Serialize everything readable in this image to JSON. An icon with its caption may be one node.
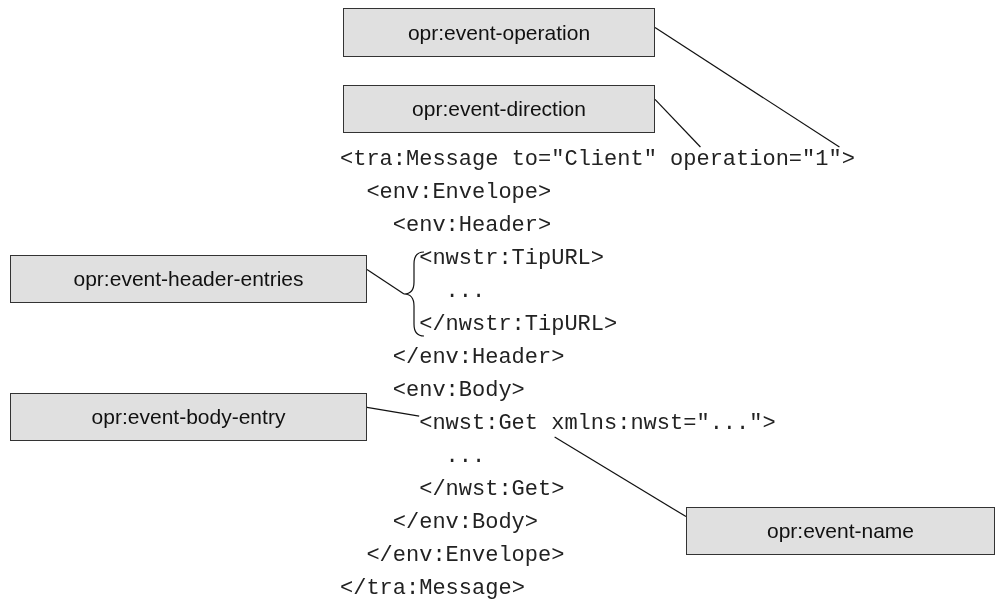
{
  "diagram": {
    "nodes": [
      {
        "text": [
          "opr:event-operation"
        ]
      },
      {
        "text": [
          "opr:event-direction"
        ]
      },
      {
        "text": [
          "<tra:Message to=\"Client\" operation=\"1\">"
        ]
      },
      {
        "text": [
          "opr:event-header-entries"
        ]
      },
      {
        "text": [],
        "shape": "bracket"
      },
      {
        "text": [
          "opr:event-body-entry"
        ]
      },
      {
        "text": [
          "<nwst:Get xmlns:nwst=\"...\">"
        ]
      },
      {
        "text": [
          "opr:event-name"
        ]
      }
    ],
    "edges": [
      {
        "from": 0,
        "to": 2,
        "arrow": "none"
      },
      {
        "from": 1,
        "to": 2,
        "arrow": "none"
      },
      {
        "from": 3,
        "to": 4,
        "arrow": "none"
      },
      {
        "from": 5,
        "to": 6,
        "arrow": "none"
      },
      {
        "from": 7,
        "to": 6,
        "arrow": "none"
      }
    ],
    "labels": [
      "<env:Envelope>",
      "<env:Header>",
      "<nwstr:TipURL>",
      "...",
      "</nwstr:TipURL>",
      "</env:Header>",
      "<env:Body>",
      "...",
      "</nwst:Get>",
      "</env:Body>",
      "</env:Envelope>",
      "</tra:Message>"
    ]
  }
}
